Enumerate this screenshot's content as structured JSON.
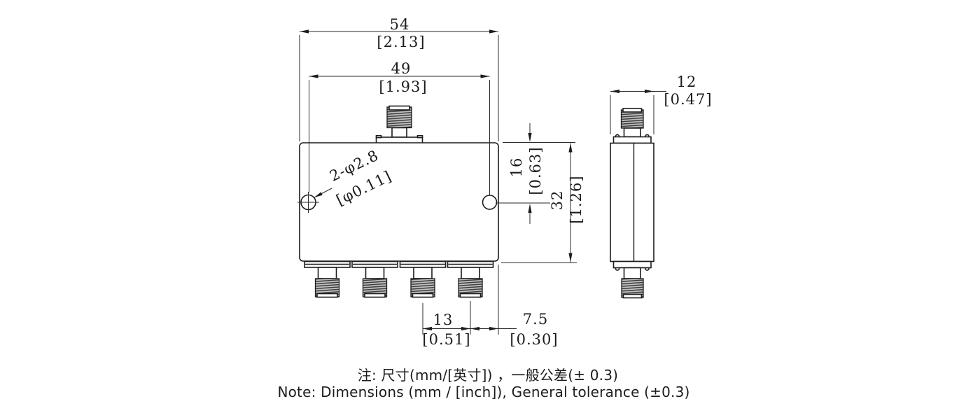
{
  "drawing": {
    "type": "engineering-dimension-drawing",
    "subject": "4-port RF power divider with SMA connectors, front view and side view",
    "colors": {
      "line": "#1c1c1c",
      "background": "#ffffff",
      "thread_dark": "#3f3f3f",
      "thread_light": "#c3c3c3"
    },
    "dimensions": {
      "overall_width": {
        "mm": "54",
        "inch": "[2.13]"
      },
      "hole_spacing": {
        "mm": "49",
        "inch": "[1.93]"
      },
      "body_depth": {
        "mm": "12",
        "inch": "[0.47]"
      },
      "hole_offset": {
        "mm": "16",
        "inch": "[0.63]"
      },
      "body_height": {
        "mm": "32",
        "inch": "[1.26]"
      },
      "port_spacing": {
        "mm": "13",
        "inch": "[0.51]"
      },
      "port_edge_offset": {
        "mm": "7.5",
        "inch": "[0.30]"
      },
      "mounting_hole_callout": {
        "line1": "2-φ2.8",
        "line2": "[φ0.11]"
      }
    },
    "notes": {
      "chinese": "注: 尺寸(mm/[英寸]) ，一般公差(± 0.3)",
      "english": "Note: Dimensions (mm / [inch]), General tolerance (±0.3)"
    }
  }
}
